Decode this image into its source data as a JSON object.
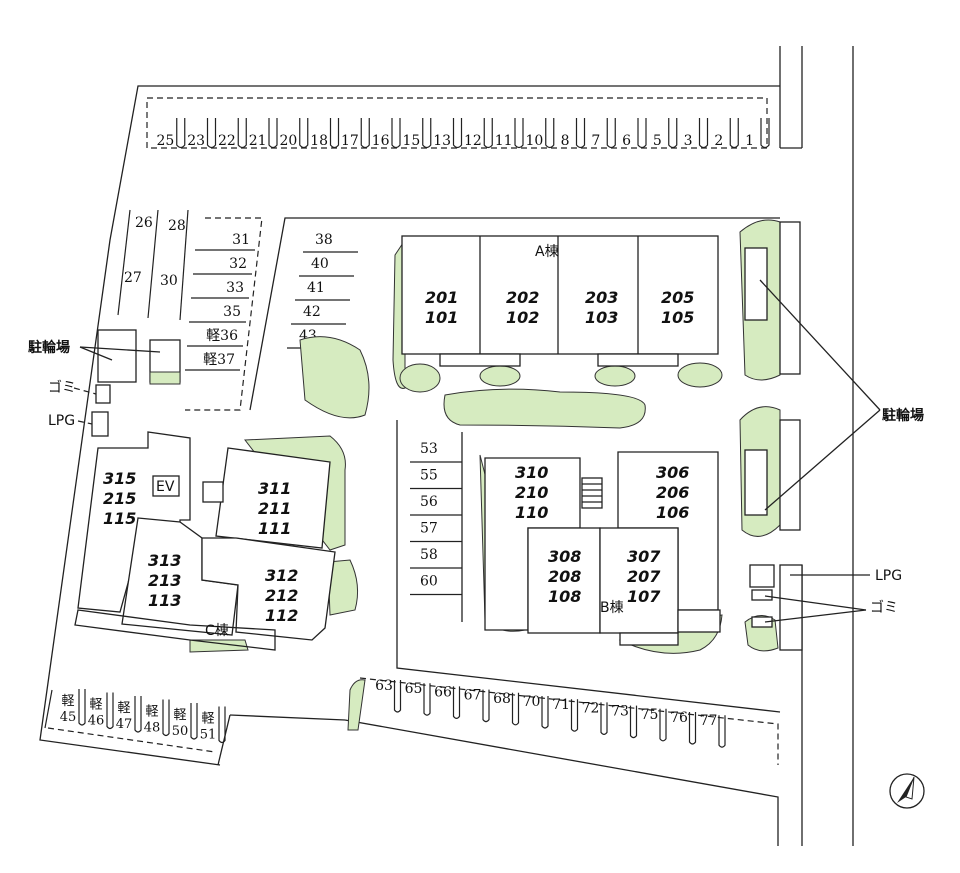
{
  "legend": {
    "bike_parking": "駐輪場",
    "garbage": "ゴミ",
    "lpg": "LPG",
    "elevator": "EV"
  },
  "buildings": {
    "a": {
      "name": "A棟",
      "units": [
        {
          "upper": "201",
          "lower": "101"
        },
        {
          "upper": "202",
          "lower": "102"
        },
        {
          "upper": "203",
          "lower": "103"
        },
        {
          "upper": "205",
          "lower": "105"
        }
      ]
    },
    "b": {
      "name": "B棟",
      "units": [
        {
          "top": "310",
          "mid": "210",
          "bot": "110"
        },
        {
          "top": "306",
          "mid": "206",
          "bot": "106"
        },
        {
          "top": "308",
          "mid": "208",
          "bot": "108"
        },
        {
          "top": "307",
          "mid": "207",
          "bot": "107"
        }
      ]
    },
    "c": {
      "name": "C棟",
      "units": [
        {
          "top": "315",
          "mid": "215",
          "bot": "115"
        },
        {
          "top": "311",
          "mid": "211",
          "bot": "111"
        },
        {
          "top": "313",
          "mid": "213",
          "bot": "113"
        },
        {
          "top": "312",
          "mid": "212",
          "bot": "112"
        }
      ]
    }
  },
  "parking": {
    "top_row": [
      "25",
      "23",
      "22",
      "21",
      "20",
      "18",
      "17",
      "16",
      "15",
      "13",
      "12",
      "11",
      "10",
      "8",
      "7",
      "6",
      "5",
      "3",
      "2",
      "1"
    ],
    "left_col_a": [
      "26",
      "27"
    ],
    "left_col_b": [
      "28",
      "30"
    ],
    "mid_col": [
      "31",
      "32",
      "33",
      "35",
      "軽36",
      "軽37"
    ],
    "right_col": [
      "38",
      "40",
      "41",
      "42",
      "43"
    ],
    "b_col": [
      "53",
      "55",
      "56",
      "57",
      "58",
      "60"
    ],
    "bottom_row": [
      "63",
      "65",
      "66",
      "67",
      "68",
      "70",
      "71",
      "72",
      "73",
      "75",
      "76",
      "77"
    ],
    "kei_row": [
      {
        "top": "軽",
        "num": "45"
      },
      {
        "top": "軽",
        "num": "46"
      },
      {
        "top": "軽",
        "num": "47"
      },
      {
        "top": "軽",
        "num": "48"
      },
      {
        "top": "軽",
        "num": "50"
      },
      {
        "top": "軽",
        "num": "51"
      }
    ]
  }
}
